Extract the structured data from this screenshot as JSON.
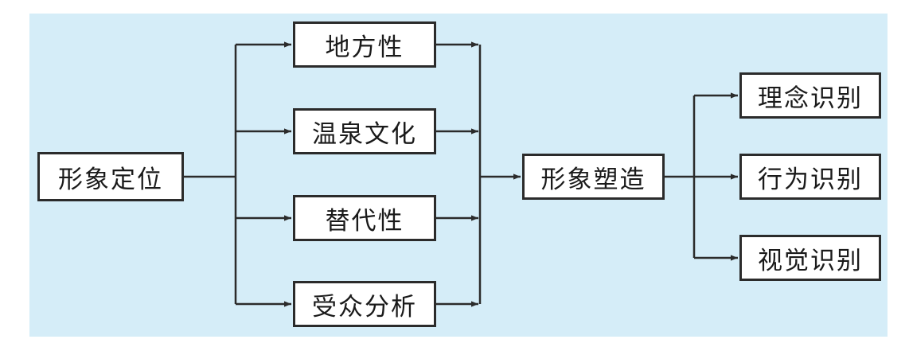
{
  "diagram": {
    "root": "形象定位",
    "factors": [
      "地方性",
      "温泉文化",
      "替代性",
      "受众分析"
    ],
    "center": "形象塑造",
    "outputs": [
      "理念识别",
      "行为识别",
      "视觉识别"
    ]
  },
  "colors": {
    "background": "#d5edf8",
    "line": "#2b2b2b",
    "box_fill": "#ffffff"
  }
}
